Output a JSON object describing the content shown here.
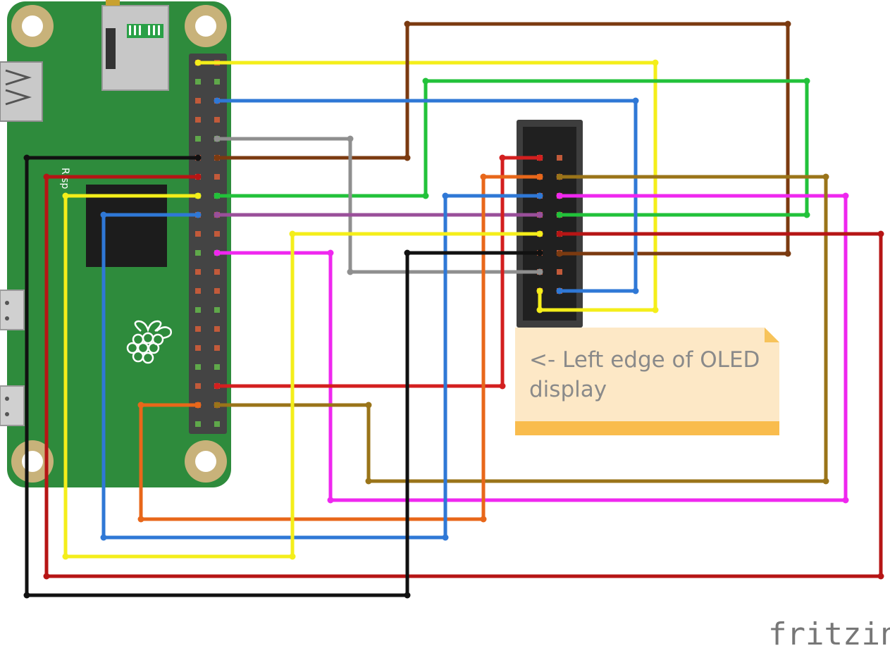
{
  "note": {
    "lines": [
      "<- Left edge of OLED",
      "display"
    ]
  },
  "branding": {
    "text": "fritzing"
  },
  "board": {
    "name": "Raspberry Pi Zero",
    "label": "R sp",
    "pcb_color": "#2e8b3c"
  },
  "icons": [
    "raspberry-logo-icon",
    "fritzing-logo"
  ],
  "wire_colors": {
    "red": "#d31f1f",
    "black": "#111111",
    "yellow": "#f4ee1a",
    "blue": "#2f78d6",
    "gray": "#8f8f8f",
    "brown": "#7b3a10",
    "green": "#22c23a",
    "purple": "#9a4f9a",
    "magenta": "#ef27ef",
    "orange": "#e8671a",
    "olive": "#9a7419",
    "darkred": "#b61515"
  },
  "note_colors": {
    "body": "#fde8c6",
    "band": "#f9bc4d"
  }
}
